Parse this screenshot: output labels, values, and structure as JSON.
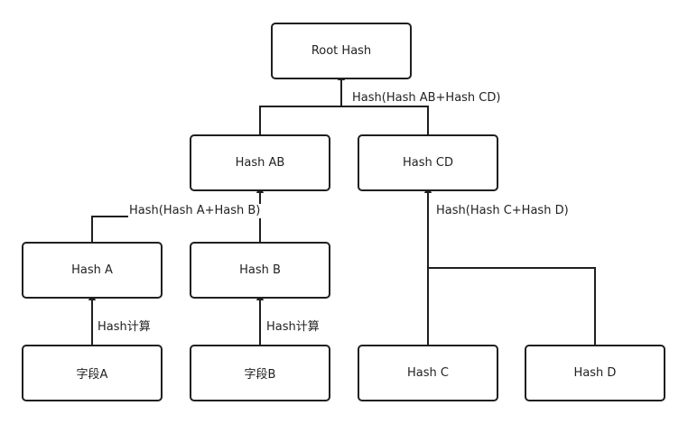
{
  "nodes": {
    "root": "Root Hash",
    "hash_ab": "Hash AB",
    "hash_cd": "Hash CD",
    "hash_a": "Hash A",
    "hash_b": "Hash B",
    "field_a": "字段A",
    "field_b": "字段B",
    "hash_c": "Hash C",
    "hash_d": "Hash D"
  },
  "edge_labels": {
    "ab_cd_to_root": "Hash(Hash AB+Hash CD)",
    "a_b_to_ab": "Hash(Hash A+Hash B)",
    "c_d_to_cd": "Hash(Hash C+Hash D)",
    "field_a_to_hash_a": "Hash计算",
    "field_b_to_hash_b": "Hash计算"
  },
  "colors": {
    "stroke": "#1f1f1f",
    "background": "#ffffff"
  }
}
